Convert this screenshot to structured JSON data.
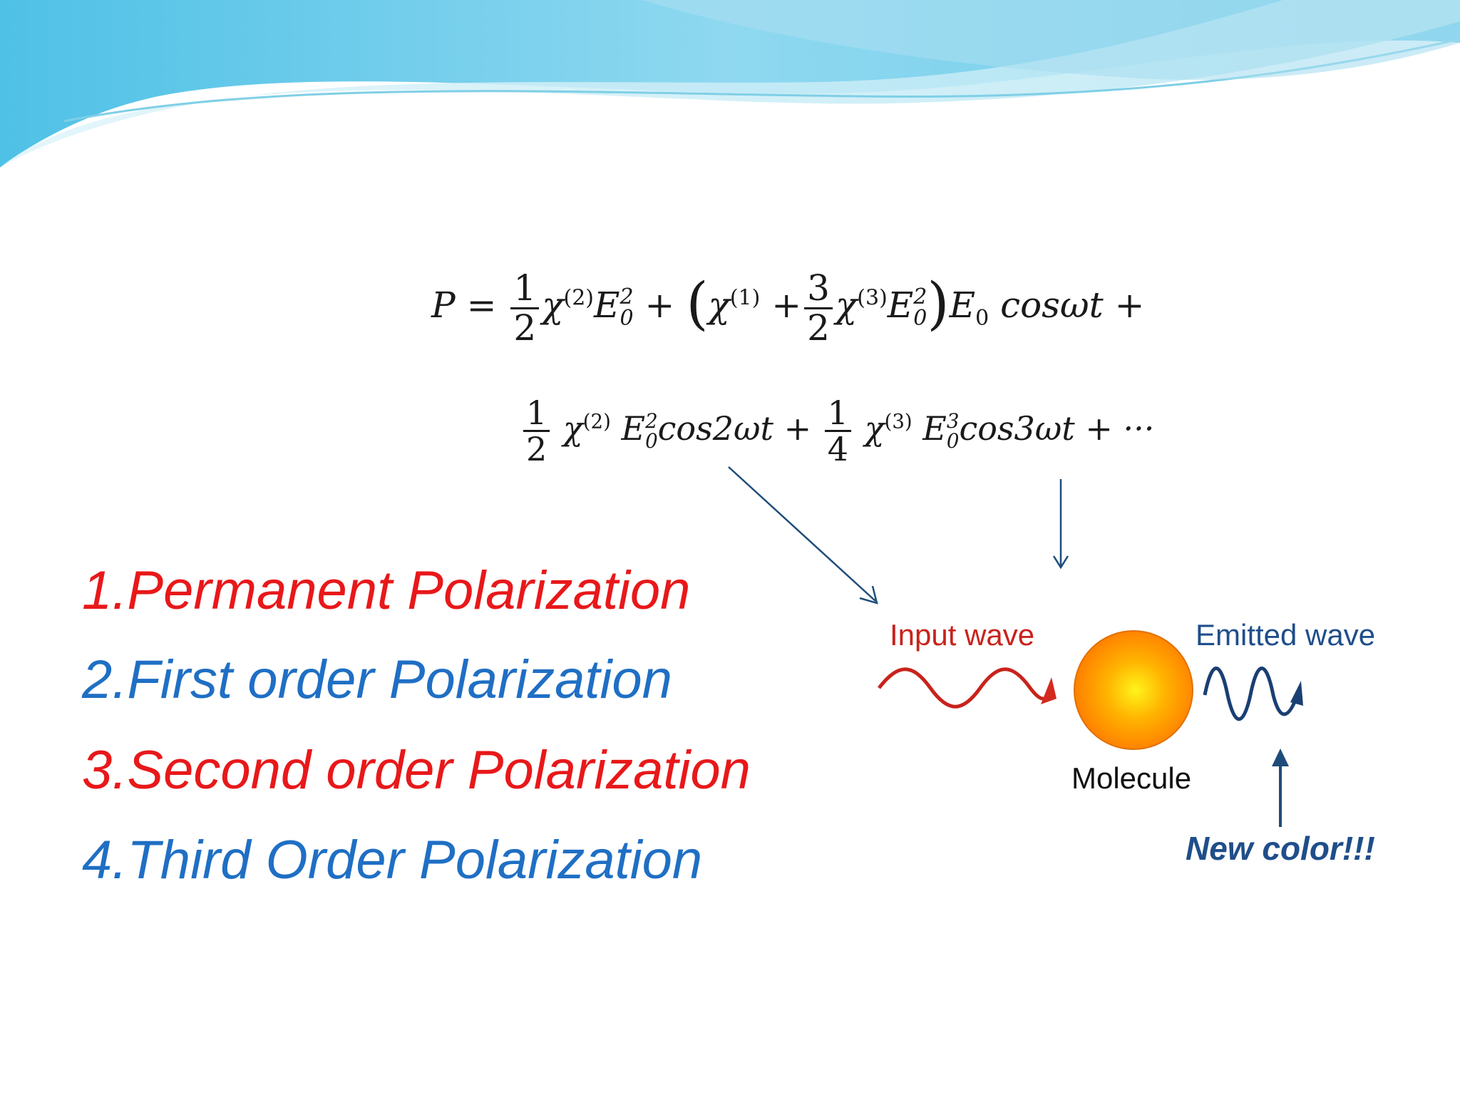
{
  "colors": {
    "red": "#e8181a",
    "blue": "#1f6fc4",
    "arrow": "#1e4c7a",
    "wave_top": "#8dd7ee",
    "wave_light": "#c6edf6"
  },
  "equation": {
    "line1": {
      "P": "P",
      "eq": "=",
      "f1_num": "1",
      "f1_den": "2",
      "chi2": "χ",
      "chi2_sup": "(2)",
      "E0a": "E",
      "E0a_sup": "2",
      "E0a_sub": "0",
      "plus1": "+",
      "lparen": "(",
      "chi1": "χ",
      "chi1_sup": "(1)",
      "plus2": "+",
      "f2_num": "3",
      "f2_den": "2",
      "chi3": "χ",
      "chi3_sup": "(3)",
      "E0b": "E",
      "E0b_sup": "2",
      "E0b_sub": "0",
      "rparen": ")",
      "E0c": "E",
      "E0c_sub": "0",
      "cos": "cosωt +"
    },
    "line2": {
      "f3_num": "1",
      "f3_den": "2",
      "chi2": "χ",
      "chi2_sup": "(2)",
      "E0a": "E",
      "E0a_sup": "2",
      "E0a_sub": "0",
      "cos2": "cos2ωt +",
      "f4_num": "1",
      "f4_den": "4",
      "chi3": "χ",
      "chi3_sup": "(3)",
      "E0b": "E",
      "E0b_sup": "3",
      "E0b_sub": "0",
      "cos3": "cos3ωt + ···"
    }
  },
  "list": [
    {
      "text": "1.Permanent Polarization",
      "color": "#e8181a"
    },
    {
      "text": "2.First order Polarization",
      "color": "#1f6fc4"
    },
    {
      "text": "3.Second order Polarization",
      "color": "#e8181a"
    },
    {
      "text": "4.Third Order Polarization",
      "color": "#1f6fc4"
    }
  ],
  "diagram": {
    "input_label": "Input wave",
    "emitted_label": "Emitted wave",
    "molecule_label": "Molecule",
    "new_color_label": "New color!!!"
  }
}
